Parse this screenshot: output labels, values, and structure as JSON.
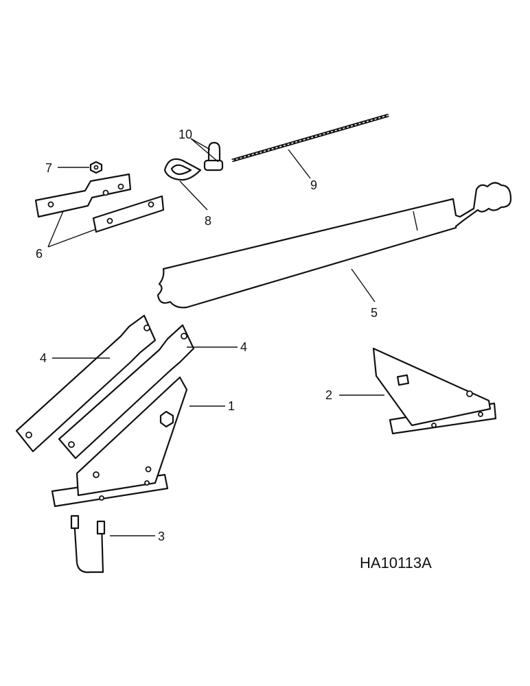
{
  "diagram": {
    "drawing_code": "HA10113A",
    "callouts": [
      {
        "id": "1",
        "text": "1"
      },
      {
        "id": "2",
        "text": "2"
      },
      {
        "id": "3",
        "text": "3"
      },
      {
        "id": "4a",
        "text": "4"
      },
      {
        "id": "4b",
        "text": "4"
      },
      {
        "id": "5",
        "text": "5"
      },
      {
        "id": "6",
        "text": "6"
      },
      {
        "id": "7",
        "text": "7"
      },
      {
        "id": "8",
        "text": "8"
      },
      {
        "id": "9",
        "text": "9"
      },
      {
        "id": "10",
        "text": "10"
      }
    ],
    "colors": {
      "ink": "#111111",
      "paper": "#ffffff"
    }
  }
}
